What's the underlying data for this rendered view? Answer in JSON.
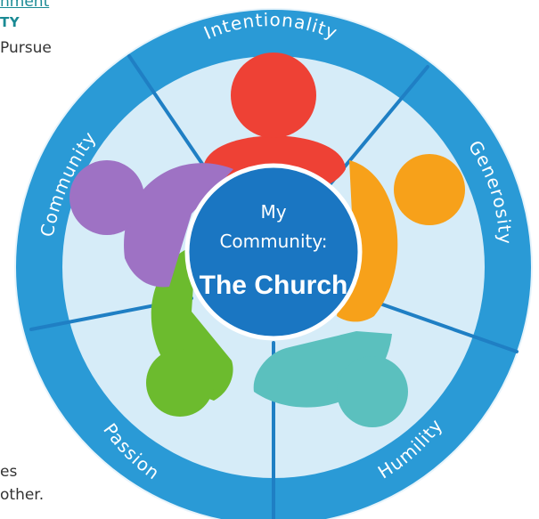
{
  "side_text": {
    "link_fragment": "nment",
    "heading_fragment": "TY",
    "line_pursue": "Pursue",
    "line_es": "es",
    "line_other": "other."
  },
  "diagram": {
    "center": {
      "line1": "My",
      "line2": "Community:",
      "line3": "The Church"
    },
    "segments": [
      {
        "label": "Intentionality"
      },
      {
        "label": "Generosity"
      },
      {
        "label": "Humility"
      },
      {
        "label": "Passion"
      },
      {
        "label": "Community"
      }
    ],
    "colors": {
      "outer_ring": "#2a9ad6",
      "inner_disc": "#d6ecf8",
      "divider": "#1f7fc4",
      "center_fill": "#1a76c2",
      "center_stroke": "#ffffff",
      "people": {
        "red": "#ee4135",
        "orange": "#f7a11a",
        "teal": "#5bc0be",
        "green": "#6cbb2e",
        "purple": "#9e72c4"
      }
    }
  }
}
